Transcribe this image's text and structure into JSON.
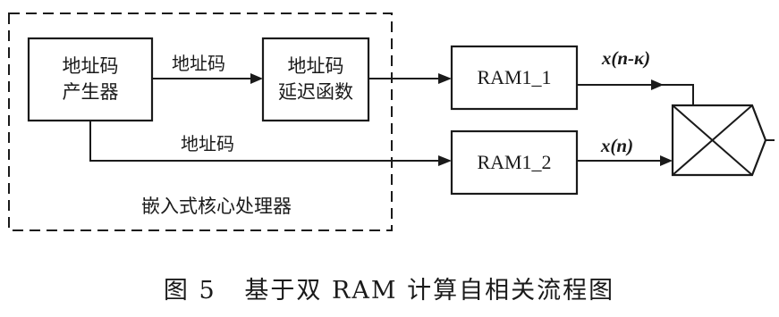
{
  "diagram": {
    "nodes": {
      "addr_gen": {
        "line1": "地址码",
        "line2": "产生器"
      },
      "addr_delay": {
        "line1": "地址码",
        "line2": "延迟函数"
      },
      "ram1_1": {
        "label": "RAM1_1"
      },
      "ram1_2": {
        "label": "RAM1_2"
      },
      "processor": {
        "label": "嵌入式核心处理器"
      }
    },
    "edges": {
      "gen_to_delay": "地址码",
      "gen_to_ram2": "地址码"
    },
    "signals": {
      "out1": "x(n-κ)",
      "out2": "x(n)"
    }
  },
  "caption": "图 5   基于双 RAM 计算自相关流程图"
}
